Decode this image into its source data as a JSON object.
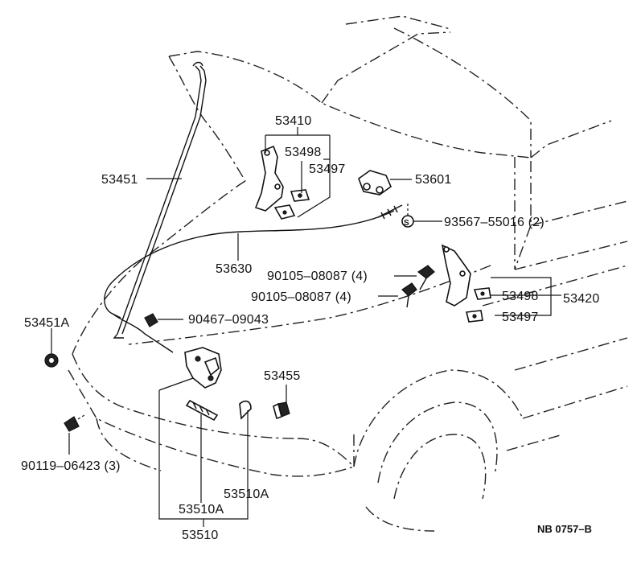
{
  "labels": {
    "l53410": "53410",
    "l53498a": "53498",
    "l53497a": "53497",
    "l53601": "53601",
    "l53451": "53451",
    "l93567": "93567–55016 (2)",
    "l53630": "53630",
    "l90105a": "90105–08087 (4)",
    "l90105b": "90105–08087 (4)",
    "l53498b": "53498",
    "l53420": "53420",
    "l53497b": "53497",
    "l53451A": "53451A",
    "l90467": "90467–09043",
    "l53455": "53455",
    "l90119": "90119–06423 (3)",
    "l53510A1": "53510A",
    "l53510A2": "53510A",
    "l53510": "53510"
  },
  "reference": "NB 0757–B"
}
